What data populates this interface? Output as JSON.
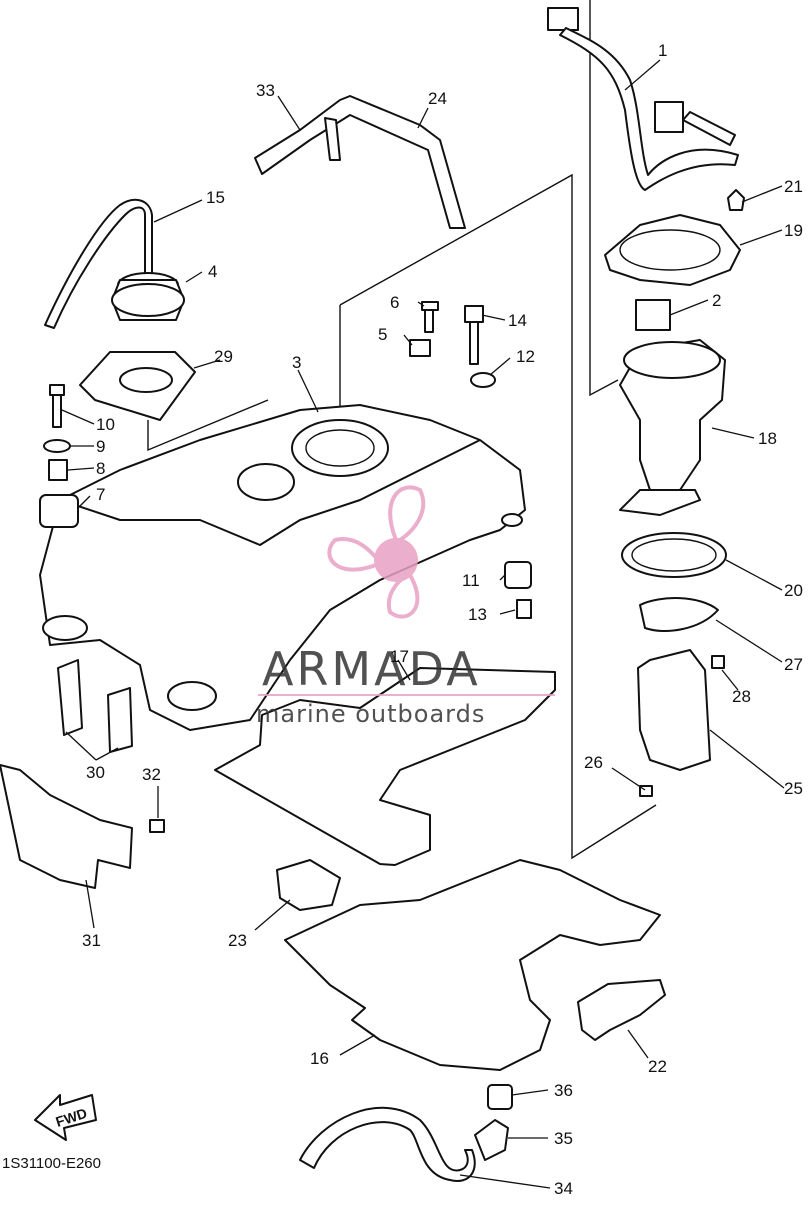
{
  "diagram_code": "1S31100-E260",
  "fwd_label": "FWD",
  "watermark": {
    "brand": "ARMADA",
    "tagline": "marine outboards",
    "accent_color": "#e8a0c4"
  },
  "callouts": [
    "1",
    "2",
    "3",
    "4",
    "5",
    "6",
    "7",
    "8",
    "9",
    "10",
    "11",
    "12",
    "13",
    "14",
    "15",
    "16",
    "17",
    "18",
    "19",
    "20",
    "21",
    "22",
    "23",
    "24",
    "25",
    "26",
    "27",
    "28",
    "29",
    "30",
    "31",
    "32",
    "33",
    "34",
    "35",
    "36"
  ]
}
